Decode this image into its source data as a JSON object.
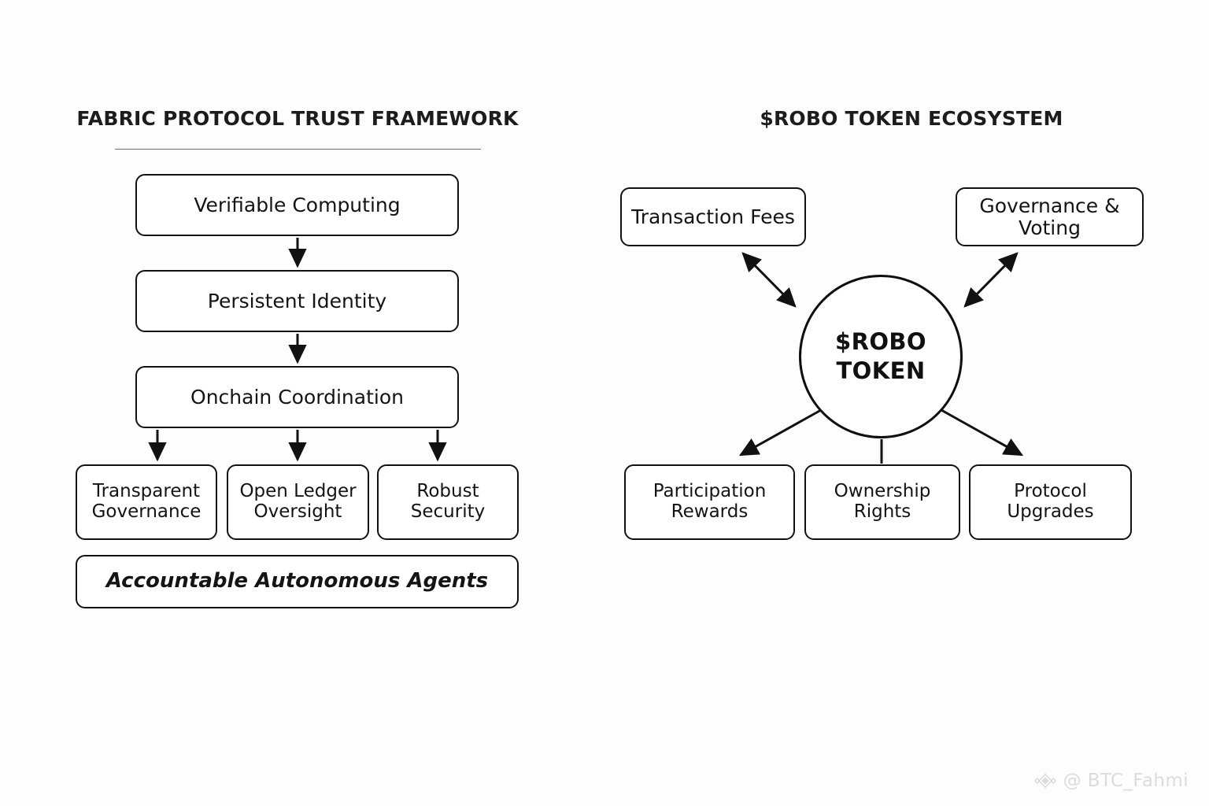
{
  "panels": {
    "left": {
      "title": "FABRIC PROTOCOL TRUST FRAMEWORK",
      "has_rule": true,
      "chain": [
        {
          "label": "Verifiable Computing"
        },
        {
          "label": "Persistent Identity"
        },
        {
          "label": "Onchain Coordination"
        }
      ],
      "pillars": [
        {
          "label": "Transparent\nGovernance",
          "line1": "Transparent",
          "line2": "Governance"
        },
        {
          "label": "Open Ledger\nOversight",
          "line1": "Open Ledger",
          "line2": "Oversight"
        },
        {
          "label": "Robust\nSecurity",
          "line1": "Robust",
          "line2": "Security"
        }
      ],
      "capstone": {
        "label": "Accountable Autonomous Agents"
      }
    },
    "right": {
      "title": "$ROBO TOKEN ECOSYSTEM",
      "has_rule": false,
      "hub": {
        "line1": "$ROBO",
        "line2": "TOKEN"
      },
      "top_nodes": [
        {
          "label": "Transaction Fees",
          "arrow": "double"
        },
        {
          "label": "Governance & Voting",
          "arrow": "double"
        }
      ],
      "bottom_nodes": [
        {
          "line1": "Participation",
          "line2": "Rewards",
          "arrow": "single"
        },
        {
          "line1": "Ownership",
          "line2": "Rights",
          "arrow": "line"
        },
        {
          "line1": "Protocol",
          "line2": "Upgrades",
          "arrow": "single"
        }
      ]
    }
  },
  "watermark": {
    "handle": "@ BTC_Fahmi",
    "icon": "binance-diamond-icon"
  },
  "colors": {
    "background": "#fdfdfd",
    "stroke": "#111111",
    "text": "#141414",
    "rule": "#6f6f6f",
    "watermark": "#dcdcdc"
  }
}
